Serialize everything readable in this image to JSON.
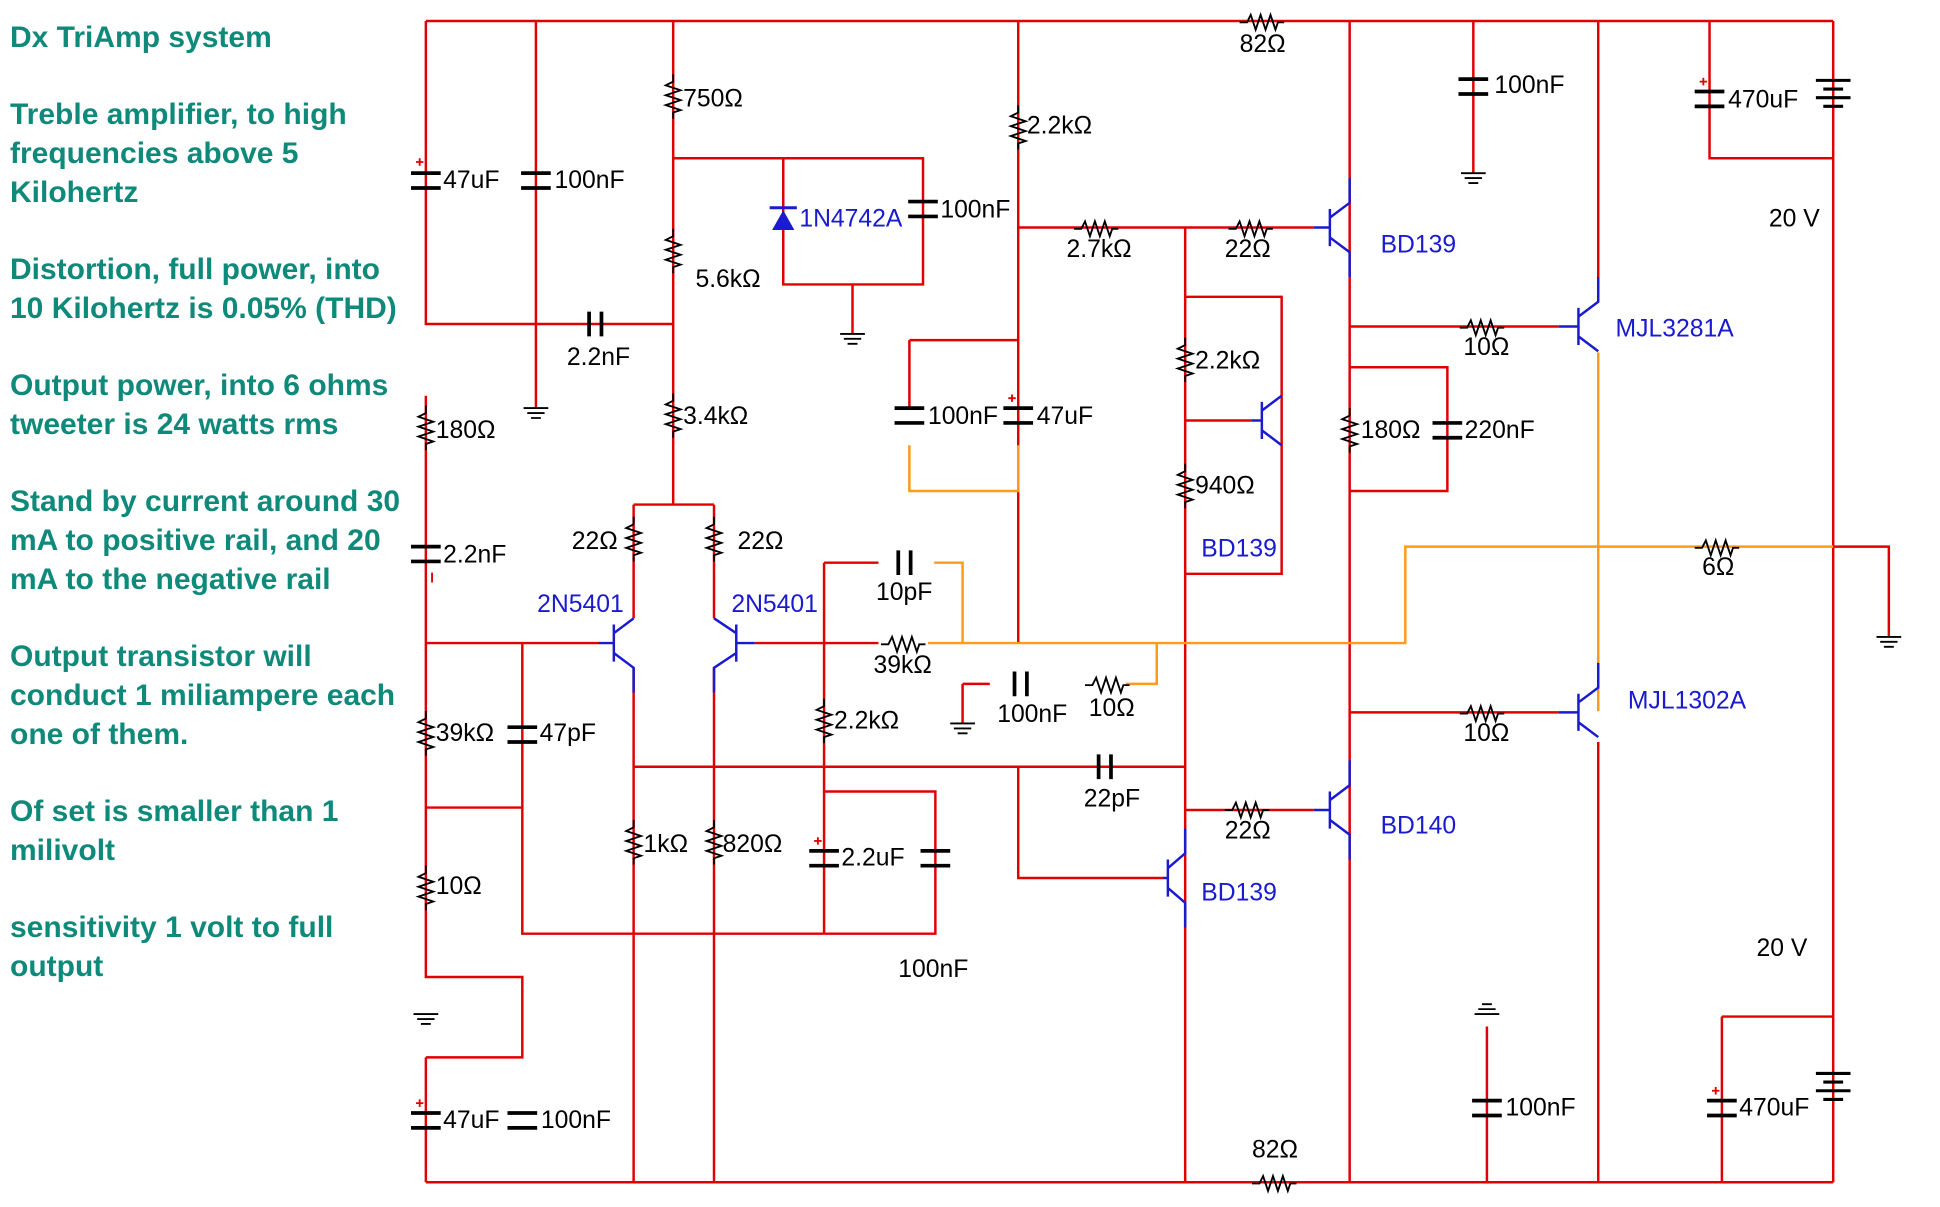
{
  "notes": [
    "Dx TriAmp system",
    "Treble amplifier, to high frequencies above 5 Kilohertz",
    "Distortion, full power, into 10 Kilohertz is 0.05% (THD)",
    "Output power, into 6 ohms tweeter is 24 watts rms",
    "Stand by current around 30 mA to positive rail, and 20 mA to the negative rail",
    "Output transistor will conduct 1 miliampere each one of them.",
    "Of set is smaller than 1 milivolt",
    "sensitivity 1 volt to full output"
  ],
  "colors": {
    "wire": "#e00000",
    "signal": "#ff9a1a",
    "component": "#000000",
    "part_label": "#1a1ad0",
    "note_text": "#0f8a7a"
  },
  "labels": {
    "r_82_top": "82Ω",
    "c_100n_top": "100nF",
    "c_470u_top": "470uF",
    "c_47u_tl": "47uF",
    "c_100n_tl": "100nF",
    "r_750": "750Ω",
    "zener": "1N4742A",
    "c_100n_zener": "100nF",
    "r_5k6": "5.6kΩ",
    "c_2n2_a": "2.2nF",
    "r_3k4": "3.4kΩ",
    "r_180_left": "180Ω",
    "c_2n2_b": "2.2nF",
    "r_22_a": "22Ω",
    "r_22_b": "22Ω",
    "q_2n5401_a": "2N5401",
    "q_2n5401_b": "2N5401",
    "r_2k2_top": "2.2kΩ",
    "r_2k7": "2.7kΩ",
    "r_22_c": "22Ω",
    "q_bd139_top": "BD139",
    "r_10_a": "10Ω",
    "q_mjl3281": "MJL3281A",
    "v_20_top": "20 V",
    "r_2k2_vbe": "2.2kΩ",
    "r_940": "940Ω",
    "q_bd139_mid": "BD139",
    "c_100n_mid": "100nF",
    "c_47u_mid": "47uF",
    "r_180_mid": "180Ω",
    "c_220n": "220nF",
    "r_6": "6Ω",
    "c_10p": "10pF",
    "r_39k_a": "39kΩ",
    "c_100n_b": "100nF",
    "r_10_b": "10Ω",
    "r_39k_b": "39kΩ",
    "c_47p": "47pF",
    "r_2k2_c": "2.2kΩ",
    "r_10_c": "10Ω",
    "q_mjl1302": "MJL1302A",
    "c_22p": "22pF",
    "r_22_d": "22Ω",
    "q_bd140": "BD140",
    "r_1k": "1kΩ",
    "r_820": "820Ω",
    "c_2u2": "2.2uF",
    "q_bd139_bot": "BD139",
    "r_10_left": "10Ω",
    "c_100n_bottom": "100nF",
    "v_20_bot": "20 V",
    "c_100n_bot2": "100nF",
    "c_470u_bot": "470uF",
    "c_47u_bl": "47uF",
    "c_100n_bl": "100nF",
    "r_82_bot": "82Ω"
  }
}
